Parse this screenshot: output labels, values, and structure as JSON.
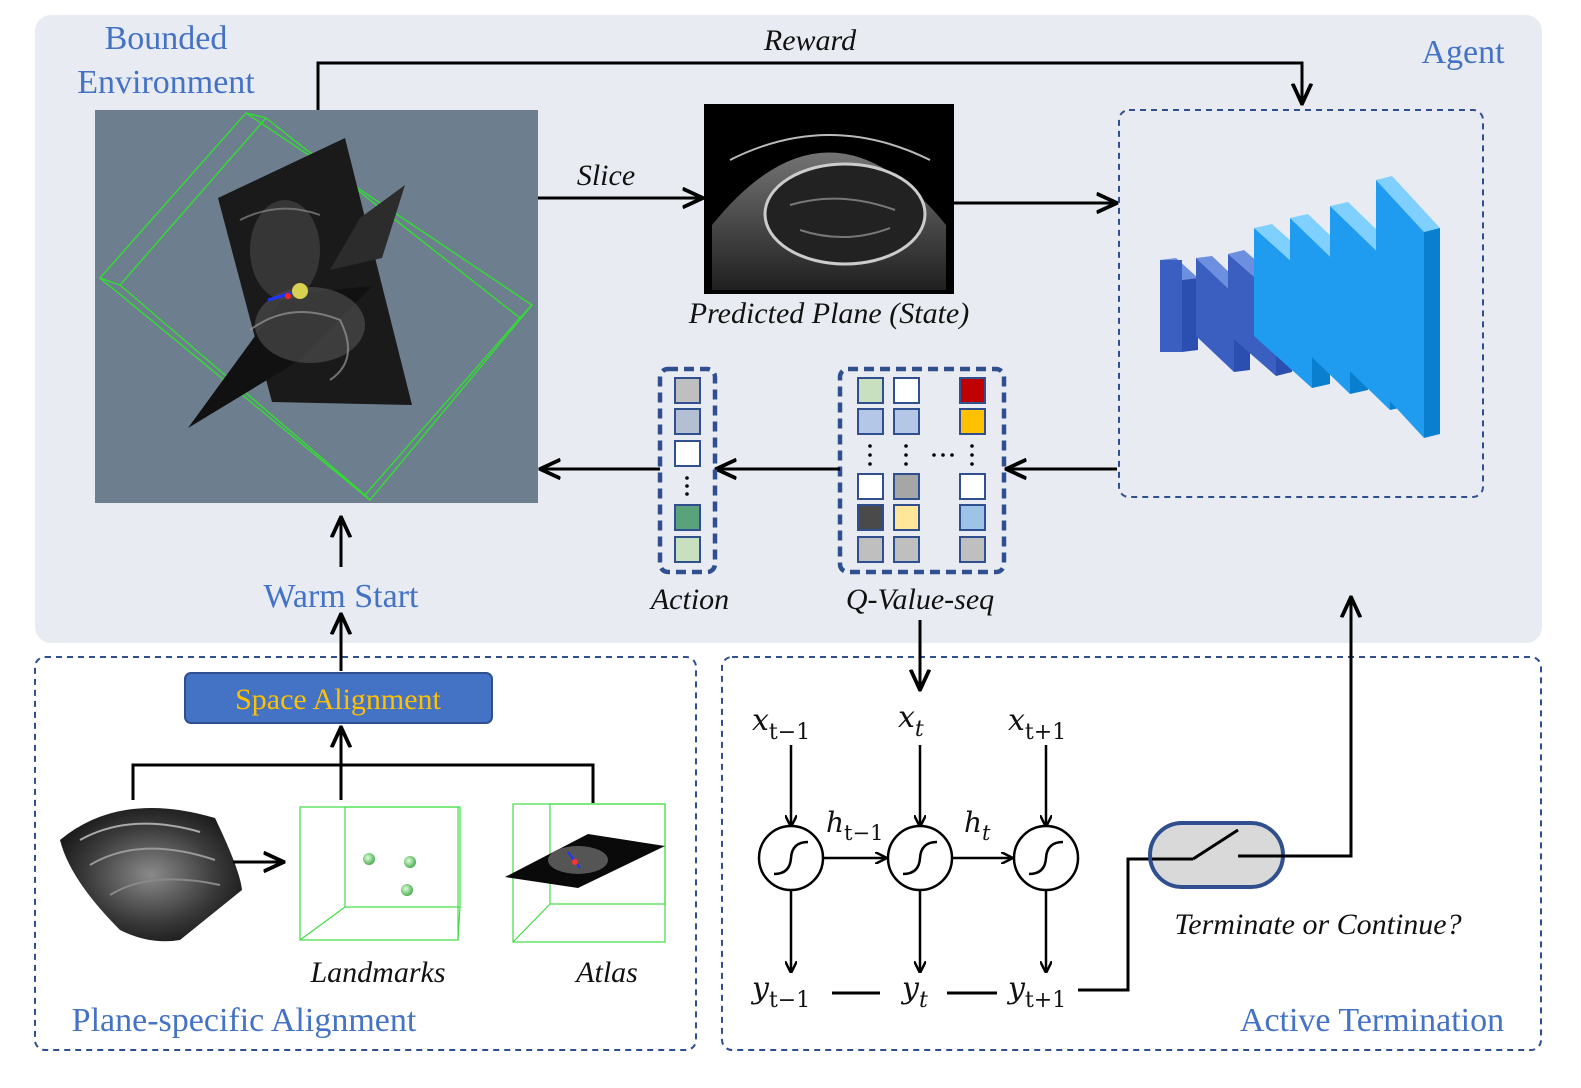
{
  "regions": {
    "environment_title_line1": "Bounded",
    "environment_title_line2": "Environment",
    "agent_title": "Agent",
    "warm_start": "Warm Start",
    "plane_alignment_title": "Plane-specific Alignment",
    "active_termination_title": "Active Termination"
  },
  "edges": {
    "reward": "Reward",
    "slice": "Slice"
  },
  "nodes": {
    "predicted_plane": "Predicted Plane (State)",
    "action": "Action",
    "q_value_seq": "Q-Value-seq",
    "space_alignment": "Space Alignment",
    "landmarks": "Landmarks",
    "atlas": "Atlas",
    "terminate_question": "Terminate or Continue?"
  },
  "rnn": {
    "inputs": [
      {
        "base": "x",
        "sub": "t−1"
      },
      {
        "base": "x",
        "sub": "t"
      },
      {
        "base": "x",
        "sub": "t+1"
      }
    ],
    "hidden": [
      {
        "base": "h",
        "sub": "t−1"
      },
      {
        "base": "h",
        "sub": "t"
      }
    ],
    "outputs": [
      {
        "base": "y",
        "sub": "t−1"
      },
      {
        "base": "y",
        "sub": "t"
      },
      {
        "base": "y",
        "sub": "t+1"
      }
    ]
  },
  "colors": {
    "panel_bg": "#e8ecf2",
    "label_blue": "#4472c4",
    "dashed_border": "#2f4f8f",
    "space_alignment_fill": "#4472c4",
    "space_alignment_text": "#ffc000",
    "image_bg": "#6d7f8f",
    "wireframe_green": "#33dd33",
    "action_cells": [
      "#bfbfbf",
      "#b4bfd3",
      "#ffffff",
      "#5aa27a",
      "#c8e0c0"
    ],
    "q_col1": [
      "#c8e0c0",
      "#b4c7e7",
      "#ffffff",
      "#4a4a4a",
      "#bfbfbf"
    ],
    "q_col2": [
      "#ffffff",
      "#b4c7e7",
      "#a6a6a6",
      "#ffe699",
      "#bfbfbf"
    ],
    "q_col3": [
      "#c00000",
      "#ffc000",
      "#ffffff",
      "#9dc3e6",
      "#bfbfbf"
    ],
    "cnn_dark": "#3a5fc0",
    "cnn_light": "#1f9bf0"
  }
}
